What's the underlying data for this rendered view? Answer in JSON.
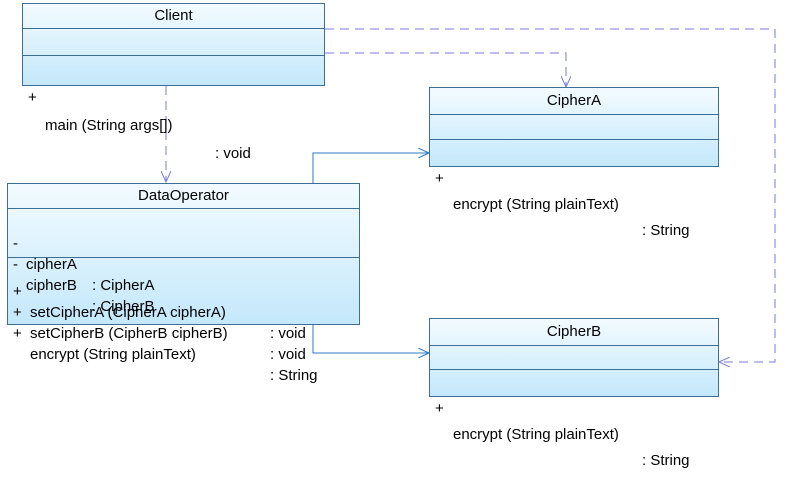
{
  "classes": {
    "client": {
      "name": "Client",
      "operations": [
        {
          "vis": "+",
          "sig": "main (String args[])",
          "type": ": void"
        }
      ]
    },
    "cipherA": {
      "name": "CipherA",
      "operations": [
        {
          "vis": "+",
          "sig": "encrypt (String plainText)",
          "type": ": String"
        }
      ]
    },
    "dataOperator": {
      "name": "DataOperator",
      "attributes": [
        {
          "vis": "-",
          "sig": "cipherA",
          "type": ": CipherA"
        },
        {
          "vis": "-",
          "sig": "cipherB",
          "type": ": CipherB"
        }
      ],
      "operations": [
        {
          "vis": "+",
          "sig": "setCipherA (CipherA cipherA)",
          "type": ": void"
        },
        {
          "vis": "+",
          "sig": "setCipherB (CipherB cipherB)",
          "type": ": void"
        },
        {
          "vis": "+",
          "sig": "encrypt (String plainText)",
          "type": ": String"
        }
      ]
    },
    "cipherB": {
      "name": "CipherB",
      "operations": [
        {
          "vis": "+",
          "sig": "encrypt (String plainText)",
          "type": ": String"
        }
      ]
    }
  },
  "colors": {
    "border": "#3c6f93",
    "dependency": "#7b7bd9",
    "association": "#2b78c4"
  }
}
